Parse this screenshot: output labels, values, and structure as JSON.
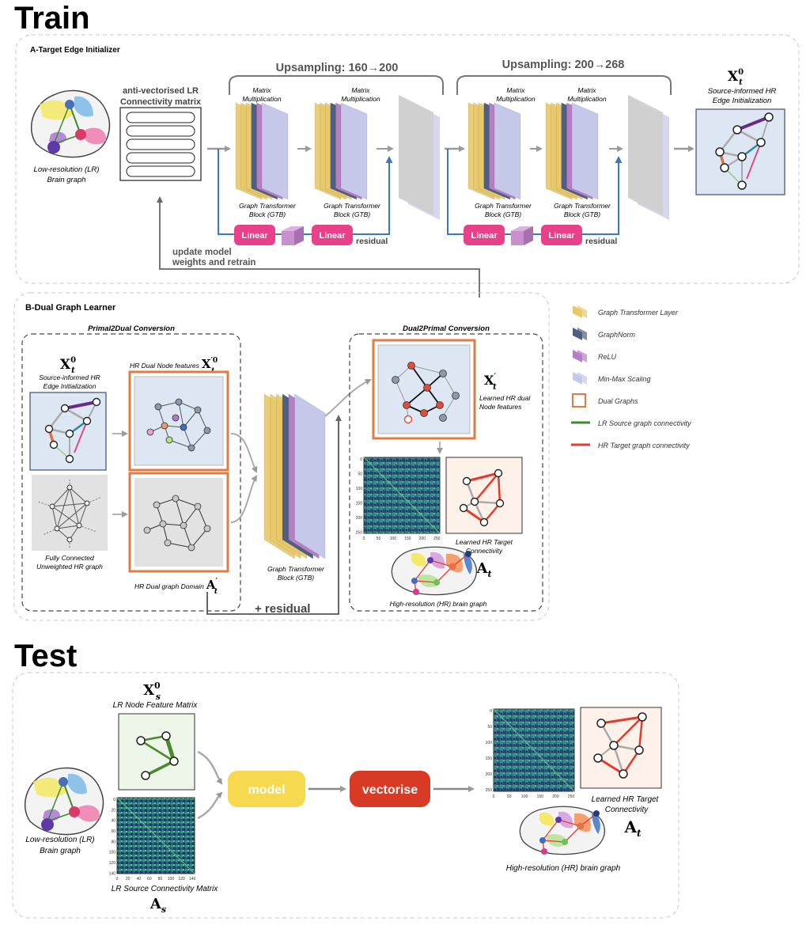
{
  "train": {
    "heading": "Train",
    "section_a": {
      "title": "A-Target Edge Initializer",
      "lr_graph_caption": [
        "Low-resolution (LR)",
        "Brain graph"
      ],
      "matrix_caption": [
        "anti-vectorised LR",
        "Connectivity matrix"
      ],
      "upsampling_1": "Upsampling: 160→200",
      "upsampling_2": "Upsampling: 200→268",
      "matmul_label": [
        "Matrix",
        "Multiplication"
      ],
      "gtb_label": [
        "Graph Transformer",
        "Block (GTB)"
      ],
      "linear_label": "Linear",
      "residual_label": "residual",
      "output_symbol": "X",
      "output_sub": "t",
      "output_sup": "0",
      "output_caption": [
        "Source-informed HR",
        "Edge Initialization"
      ],
      "update_label": [
        "update model",
        "weights and retrain"
      ]
    },
    "section_b": {
      "title": "B-Dual Graph Learner",
      "primal2dual": "Primal2Dual Conversion",
      "dual2primal": "Dual2Primal Conversion",
      "x_symbol": "X",
      "x_sub": "t",
      "x_sup": "0",
      "x_caption": [
        "Source-informed HR",
        "Edge Initialization"
      ],
      "dual_node_features": "HR Dual Node features",
      "dual_node_sym": "X",
      "dual_node_sup": "′0",
      "dual_node_sub": "t",
      "fully_connected_caption": [
        "Fully Connected",
        "Unweighted HR graph"
      ],
      "dual_domain": "HR Dual graph Domain",
      "dual_domain_sym": "A",
      "dual_domain_sup": "′",
      "dual_domain_sub": "t",
      "gtb_label": [
        "Graph Transformer",
        "Block (GTB)"
      ],
      "learned_sym": "X",
      "learned_sup": "′",
      "learned_sub": "t",
      "learned_caption": [
        "Learned HR dual",
        "Node features"
      ],
      "target_caption": [
        "Learned  HR Target",
        "Connectivity"
      ],
      "target_sym": "A",
      "target_sub": "t",
      "hr_caption": "High-resolution (HR) brain graph",
      "residual_label": "+ residual",
      "matrix_ticks_x": [
        "0",
        "50",
        "100",
        "150",
        "200",
        "250"
      ],
      "matrix_ticks_y": [
        "0",
        "50",
        "100",
        "150",
        "200",
        "250"
      ]
    },
    "legend": [
      {
        "label": "Graph Transformer Layer",
        "kind": "swatch",
        "color": "#e8c86a"
      },
      {
        "label": "GraphNorm",
        "kind": "swatch",
        "color": "#4f5f80"
      },
      {
        "label": "ReLU",
        "kind": "swatch",
        "color": "#b57fc3"
      },
      {
        "label": "Min-Max Scaling",
        "kind": "swatch",
        "color": "#c6c8ea"
      },
      {
        "label": "Dual Graphs",
        "kind": "box",
        "color": "#e07b45"
      },
      {
        "label": "LR Source graph connectivity",
        "kind": "line",
        "color": "#3e8a2e"
      },
      {
        "label": "HR Target graph connectivity",
        "kind": "line",
        "color": "#e53b2c"
      }
    ]
  },
  "test": {
    "heading": "Test",
    "xs_symbol": "X",
    "xs_sub": "s",
    "xs_sup": "0",
    "node_matrix_caption": "LR Node Feature Matrix",
    "lr_graph_caption": [
      "Low-resolution (LR)",
      "Brain graph"
    ],
    "source_matrix_caption": "LR Source Connectivity Matrix",
    "as_symbol": "A",
    "as_sub": "s",
    "model_label": "model",
    "vectorise_label": "vectorise",
    "target_caption": [
      "Learned  HR Target",
      "Connectivity"
    ],
    "target_sym": "A",
    "target_sub": "t",
    "hr_caption": "High-resolution (HR) brain graph",
    "lr_ticks_x": [
      "0",
      "20",
      "40",
      "60",
      "80",
      "100",
      "120",
      "140"
    ],
    "lr_ticks_y": [
      "0",
      "20",
      "40",
      "60",
      "80",
      "100",
      "120",
      "140"
    ],
    "hr_ticks_x": [
      "0",
      "50",
      "100",
      "150",
      "200",
      "250"
    ],
    "hr_ticks_y": [
      "0",
      "50",
      "100",
      "150",
      "200",
      "250"
    ],
    "model_color": "#f6d94e",
    "vectorise_color": "#d93a26"
  }
}
